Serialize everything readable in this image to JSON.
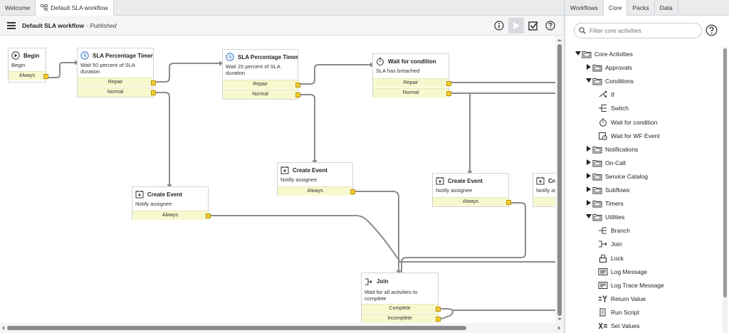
{
  "tabs": [
    {
      "label": "Welcome"
    },
    {
      "label": "Default SLA workflow"
    }
  ],
  "canvas_header": {
    "title": "Default SLA workflow",
    "status": "- Published",
    "icons": [
      "info-icon",
      "run-icon",
      "checkbox-icon",
      "help-icon"
    ]
  },
  "nodes": {
    "begin": {
      "title": "Begin",
      "description": "Begin",
      "exits": [
        "Always"
      ]
    },
    "timer1": {
      "title": "SLA Percentage Timer",
      "description": "Wait 50 percent of SLA duration",
      "exits": [
        "Repair",
        "Normal"
      ]
    },
    "timer2": {
      "title": "SLA Percentage Timer",
      "description": "Wait 25 percent of SLA duration",
      "exits": [
        "Repair",
        "Normal"
      ]
    },
    "wait": {
      "title": "Wait for condition",
      "description": "SLA has breached",
      "exits": [
        "Repair",
        "Normal"
      ]
    },
    "event1": {
      "title": "Create Event",
      "description": "Notify assignee",
      "exits": [
        "Always"
      ]
    },
    "event2": {
      "title": "Create Event",
      "description": "Notify assignee",
      "exits": [
        "Always"
      ]
    },
    "event3": {
      "title": "Create Event",
      "description": "Notify assignee",
      "exits": [
        "Always"
      ]
    },
    "event4": {
      "title": "Cre",
      "description": "Notify as",
      "exits": [
        ""
      ]
    },
    "join": {
      "title": "Join",
      "description": "Wait for all activities to complete",
      "exits": [
        "Complete",
        "Incomplete"
      ]
    }
  },
  "right_panel": {
    "tabs": [
      {
        "label": "Workflows"
      },
      {
        "label": "Core"
      },
      {
        "label": "Packs"
      },
      {
        "label": "Data"
      }
    ],
    "active_tab": "Core",
    "filter": {
      "placeholder": "Filter core activities",
      "value": ""
    },
    "tree": [
      {
        "label": "Core Activities",
        "level": 0,
        "type": "folder",
        "expanded": true
      },
      {
        "label": "Approvals",
        "level": 1,
        "type": "folder",
        "expanded": false
      },
      {
        "label": "Conditions",
        "level": 1,
        "type": "folder",
        "expanded": true
      },
      {
        "label": "If",
        "level": 2,
        "type": "item",
        "icon": "if-icon"
      },
      {
        "label": "Switch",
        "level": 2,
        "type": "item",
        "icon": "switch-icon"
      },
      {
        "label": "Wait for condition",
        "level": 2,
        "type": "item",
        "icon": "stopwatch-icon"
      },
      {
        "label": "Wait for WF Event",
        "level": 2,
        "type": "item",
        "icon": "wf-event-icon"
      },
      {
        "label": "Notifications",
        "level": 1,
        "type": "folder",
        "expanded": false
      },
      {
        "label": "On-Call",
        "level": 1,
        "type": "folder",
        "expanded": false
      },
      {
        "label": "Service Catalog",
        "level": 1,
        "type": "folder",
        "expanded": false
      },
      {
        "label": "Subflows",
        "level": 1,
        "type": "folder",
        "expanded": false
      },
      {
        "label": "Timers",
        "level": 1,
        "type": "folder",
        "expanded": false
      },
      {
        "label": "Utilities",
        "level": 1,
        "type": "folder",
        "expanded": true
      },
      {
        "label": "Branch",
        "level": 2,
        "type": "item",
        "icon": "branch-icon"
      },
      {
        "label": "Join",
        "level": 2,
        "type": "item",
        "icon": "join-icon"
      },
      {
        "label": "Lock",
        "level": 2,
        "type": "item",
        "icon": "lock-icon"
      },
      {
        "label": "Log Message",
        "level": 2,
        "type": "item",
        "icon": "log-message-icon"
      },
      {
        "label": "Log Trace Message",
        "level": 2,
        "type": "item",
        "icon": "log-trace-icon"
      },
      {
        "label": "Return Value",
        "level": 2,
        "type": "item",
        "icon": "return-value-icon"
      },
      {
        "label": "Run Script",
        "level": 2,
        "type": "item",
        "icon": "run-script-icon"
      },
      {
        "label": "Set Values",
        "level": 2,
        "type": "item",
        "icon": "set-values-icon"
      }
    ]
  },
  "colors": {
    "exit_bg": "#f8f8cf",
    "port": "#f3cc2c",
    "wire": "#8c8c8c",
    "timer_icon": "#3a78c2"
  }
}
